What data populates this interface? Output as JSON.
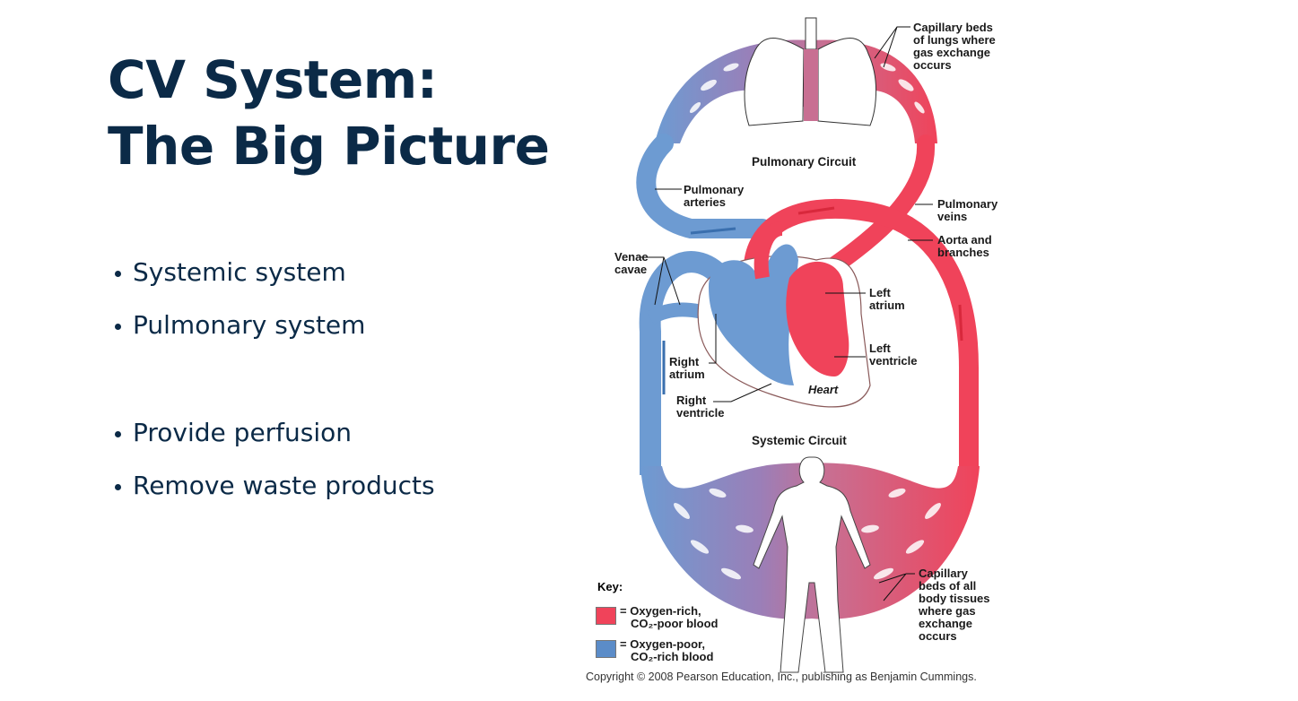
{
  "slide": {
    "title_lines": [
      "CV System:",
      "The Big Picture"
    ],
    "bullets": [
      "Systemic system",
      "Pulmonary system",
      "Provide perfusion",
      "Remove waste products"
    ]
  },
  "diagram": {
    "circuits": {
      "pulmonary": "Pulmonary Circuit",
      "systemic": "Systemic Circuit"
    },
    "labels": {
      "capillary_lungs": "Capillary beds\nof lungs where\ngas exchange\noccurs",
      "pulmonary_arteries": "Pulmonary\narteries",
      "pulmonary_veins": "Pulmonary\nveins",
      "aorta": "Aorta and\nbranches",
      "venae_cavae": "Venae\ncavae",
      "left_atrium": "Left\natrium",
      "left_ventricle": "Left\nventricle",
      "right_atrium": "Right\natrium",
      "right_ventricle": "Right\nventricle",
      "heart": "Heart",
      "capillary_body": "Capillary\nbeds of all\nbody tissues\nwhere gas\nexchange\noccurs"
    },
    "key": {
      "title": "Key:",
      "items": [
        {
          "label_line1": "= Oxygen-rich,",
          "label_line2": "CO₂-poor blood",
          "color": "#f0435a"
        },
        {
          "label_line1": "= Oxygen-poor,",
          "label_line2": "CO₂-rich blood",
          "color": "#5b8cc8"
        }
      ]
    },
    "colors": {
      "oxygen_rich": "#f0435a",
      "oxygen_poor": "#6d9bd2",
      "mixed": "#b86a96",
      "title_text": "#0b2a47"
    },
    "copyright": "Copyright © 2008 Pearson Education, Inc., publishing as Benjamin Cummings."
  }
}
